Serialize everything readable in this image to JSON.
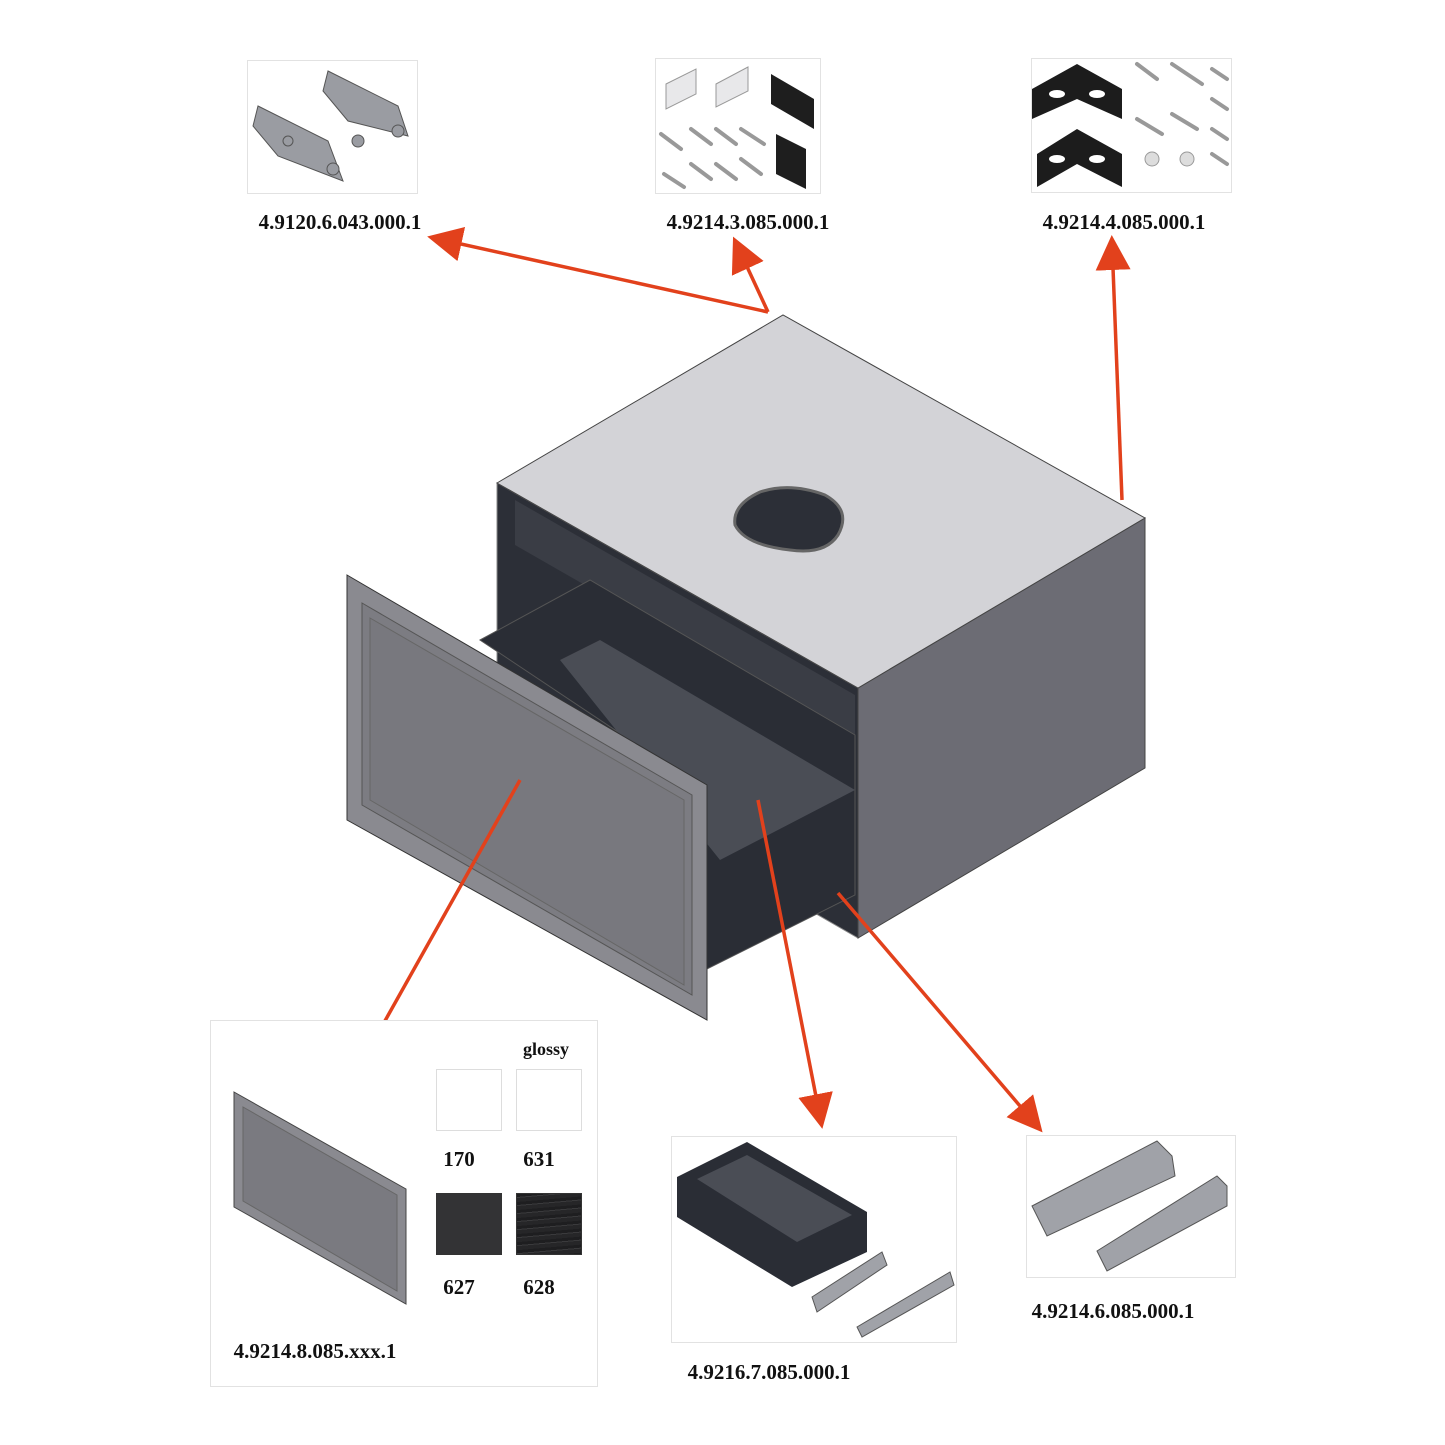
{
  "parts": [
    {
      "id": "hinges",
      "label": "4.9120.6.043.000.1"
    },
    {
      "id": "wall-hangers",
      "label": "4.9214.3.085.000.1"
    },
    {
      "id": "brackets",
      "label": "4.9214.4.085.000.1"
    },
    {
      "id": "drawer-front",
      "label": "4.9214.8.085.xxx.1"
    },
    {
      "id": "drawer-box",
      "label": "4.9216.7.085.000.1"
    },
    {
      "id": "drawer-rails",
      "label": "4.9214.6.085.000.1"
    }
  ],
  "finishes": {
    "glossy_label": "glossy",
    "swatches": [
      {
        "code": "170",
        "color": "#ffffff"
      },
      {
        "code": "631",
        "color": "#ffffff"
      },
      {
        "code": "627",
        "color": "#333335"
      },
      {
        "code": "628",
        "color": "#222224"
      }
    ]
  },
  "colors": {
    "arrow": "#e2411c",
    "cabinet_top": "#d3d3d7",
    "cabinet_side": "#6c6c74",
    "interior": "#2c2f37"
  }
}
